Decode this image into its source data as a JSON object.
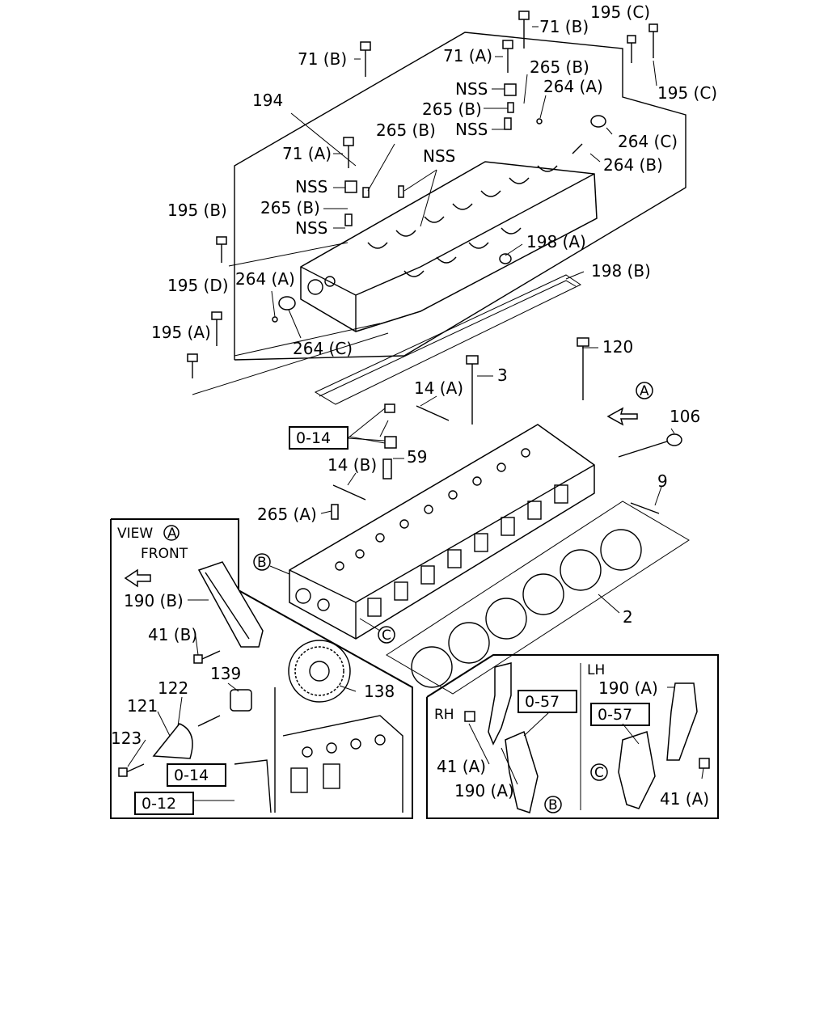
{
  "callouts": {
    "c71b_top": "71 (B)",
    "c195c_top": "195 (C)",
    "c71b_left": "71 (B)",
    "c71a_top": "71 (A)",
    "c265b_1": "265 (B)",
    "c264a_1": "264 (A)",
    "c194": "194",
    "c195c_right": "195 (C)",
    "cnss_1": "NSS",
    "c265b_2": "265 (B)",
    "cnss_2": "NSS",
    "c265b_3": "265 (B)",
    "c71a_left": "71 (A)",
    "cnss_3": "NSS",
    "c264c_1": "264 (C)",
    "c264b": "264 (B)",
    "cnss_4": "NSS",
    "c195b": "195 (B)",
    "c265b_4": "265 (B)",
    "cnss_5": "NSS",
    "c198a": "198 (A)",
    "c198b": "198 (B)",
    "c195d": "195 (D)",
    "c264a_2": "264 (A)",
    "c195a": "195 (A)",
    "c264c_2": "264 (C)",
    "c120": "120",
    "c3": "3",
    "c14a": "14 (A)",
    "c106": "106",
    "c59": "59",
    "c14b": "14 (B)",
    "c9": "9",
    "c265a": "265 (A)",
    "c2": "2",
    "c138": "138",
    "c190b": "190 (B)",
    "c41b": "41 (B)",
    "c139": "139",
    "c122": "122",
    "c121": "121",
    "c123": "123",
    "c190a_rh": "190 (A)",
    "c41a_rh": "41 (A)",
    "c190a_lh": "190 (A)",
    "c41a_lh": "41 (A)"
  },
  "boxed_refs": {
    "ref_014_main": "0-14",
    "ref_014_view": "0-14",
    "ref_012_view": "0-12",
    "ref_057_rh": "0-57",
    "ref_057_lh": "0-57"
  },
  "circle_marks": {
    "arrow_view": "A",
    "view_title_circle": "A",
    "head_b": "B",
    "head_c": "C",
    "rh_b": "B",
    "lh_c": "C"
  },
  "view_panel": {
    "title_prefix": "VIEW",
    "front": "FRONT"
  },
  "side_panel": {
    "rh": "RH",
    "lh": "LH"
  }
}
